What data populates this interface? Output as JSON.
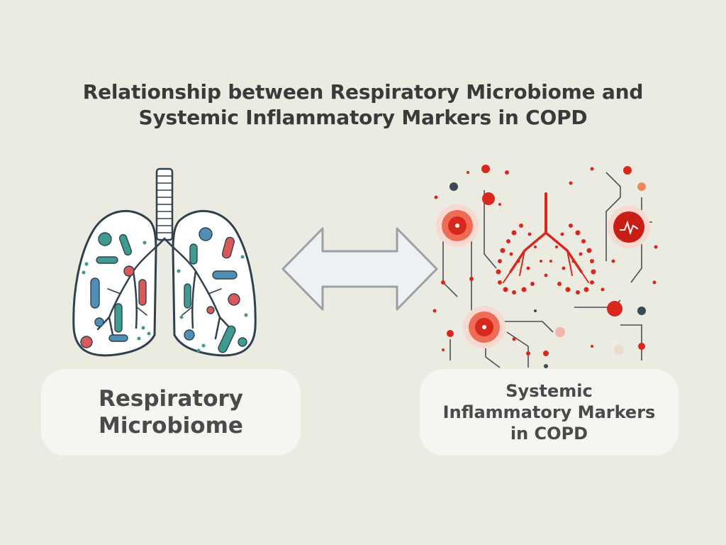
{
  "title": {
    "line1": "Relationship between Respiratory Microbiome and",
    "line2": "Systemic Inflammatory Markers in COPD"
  },
  "left_panel": {
    "illustration": "lungs-with-microbes-icon",
    "label_line1": "Respiratory",
    "label_line2": "Microbiome"
  },
  "connector": {
    "icon": "double-arrow-icon",
    "meaning": "bidirectional"
  },
  "right_panel": {
    "illustration": "inflammatory-network-icon",
    "label_line1": "Systemic",
    "label_line2": "Inflammatory Markers",
    "label_line3": "in COPD"
  },
  "colors": {
    "background": "#ecebe2",
    "title_text": "#3a3a3a",
    "label_box": "#f6f5f1",
    "microbe_teal": "#3f9a8f",
    "microbe_blue": "#4f8fb6",
    "microbe_red": "#d9595a",
    "inflammation_red": "#d8281e",
    "arrow_fill": "#eef1f3",
    "arrow_stroke": "#9aa0a5"
  }
}
